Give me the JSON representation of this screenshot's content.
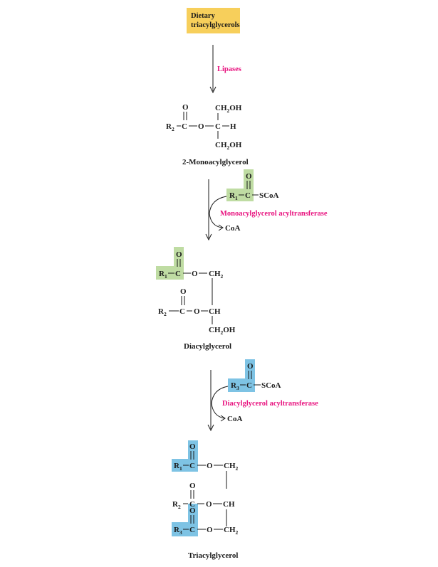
{
  "start": {
    "line1": "Dietary",
    "line2": "triacylglycerols"
  },
  "step1": {
    "enzyme": "Lipases"
  },
  "monoacyl": {
    "o": "O",
    "r2": "R",
    "r2_sub": "2",
    "c": "C",
    "o_link": "O",
    "ch2oh_top": "CH",
    "ch2oh_sub": "2",
    "ch2oh_top_tail": "OH",
    "h": "H",
    "ch2oh_bottom": "CH",
    "ch2oh_bottom_sub": "2",
    "ch2oh_bottom_tail": "OH",
    "name": "2-Monoacylglycerol"
  },
  "step2": {
    "donor_o": "O",
    "donor_r": "R",
    "donor_r_sub": "1",
    "donor_c": "C",
    "donor_tail": "SCoA",
    "enzyme": "Monoacylglycerol acyltransferase",
    "product": "CoA"
  },
  "diacyl": {
    "o1": "O",
    "r1": "R",
    "r1_sub": "1",
    "c1": "C",
    "o_link1": "O",
    "ch2": "CH",
    "ch2_sub": "2",
    "o2": "O",
    "r2": "R",
    "r2_sub": "2",
    "c2": "C",
    "o_link2": "O",
    "ch": "CH",
    "ch2oh": "CH",
    "ch2oh_sub": "2",
    "ch2oh_tail": "OH",
    "name": "Diacylglycerol"
  },
  "step3": {
    "donor_o": "O",
    "donor_r": "R",
    "donor_r_sub": "3",
    "donor_c": "C",
    "donor_tail": "SCoA",
    "enzyme": "Diacylglycerol acyltransferase",
    "product": "CoA"
  },
  "triacyl": {
    "o1": "O",
    "r1": "R",
    "r1_sub": "1",
    "c1": "C",
    "o_link1": "O",
    "ch2_top": "CH",
    "ch2_top_sub": "2",
    "o2": "O",
    "r2": "R",
    "r2_sub": "2",
    "c2": "C",
    "o_link2": "O",
    "ch": "CH",
    "o3": "O",
    "r3": "R",
    "r3_sub": "3",
    "c3": "C",
    "o_link3": "O",
    "ch2_bottom": "CH",
    "ch2_bottom_sub": "2",
    "name": "Triacylglycerol"
  },
  "colors": {
    "yellow": "#f7cf5b",
    "green": "#bfdca3",
    "blue": "#7ec3e4",
    "magenta": "#e8137f"
  }
}
